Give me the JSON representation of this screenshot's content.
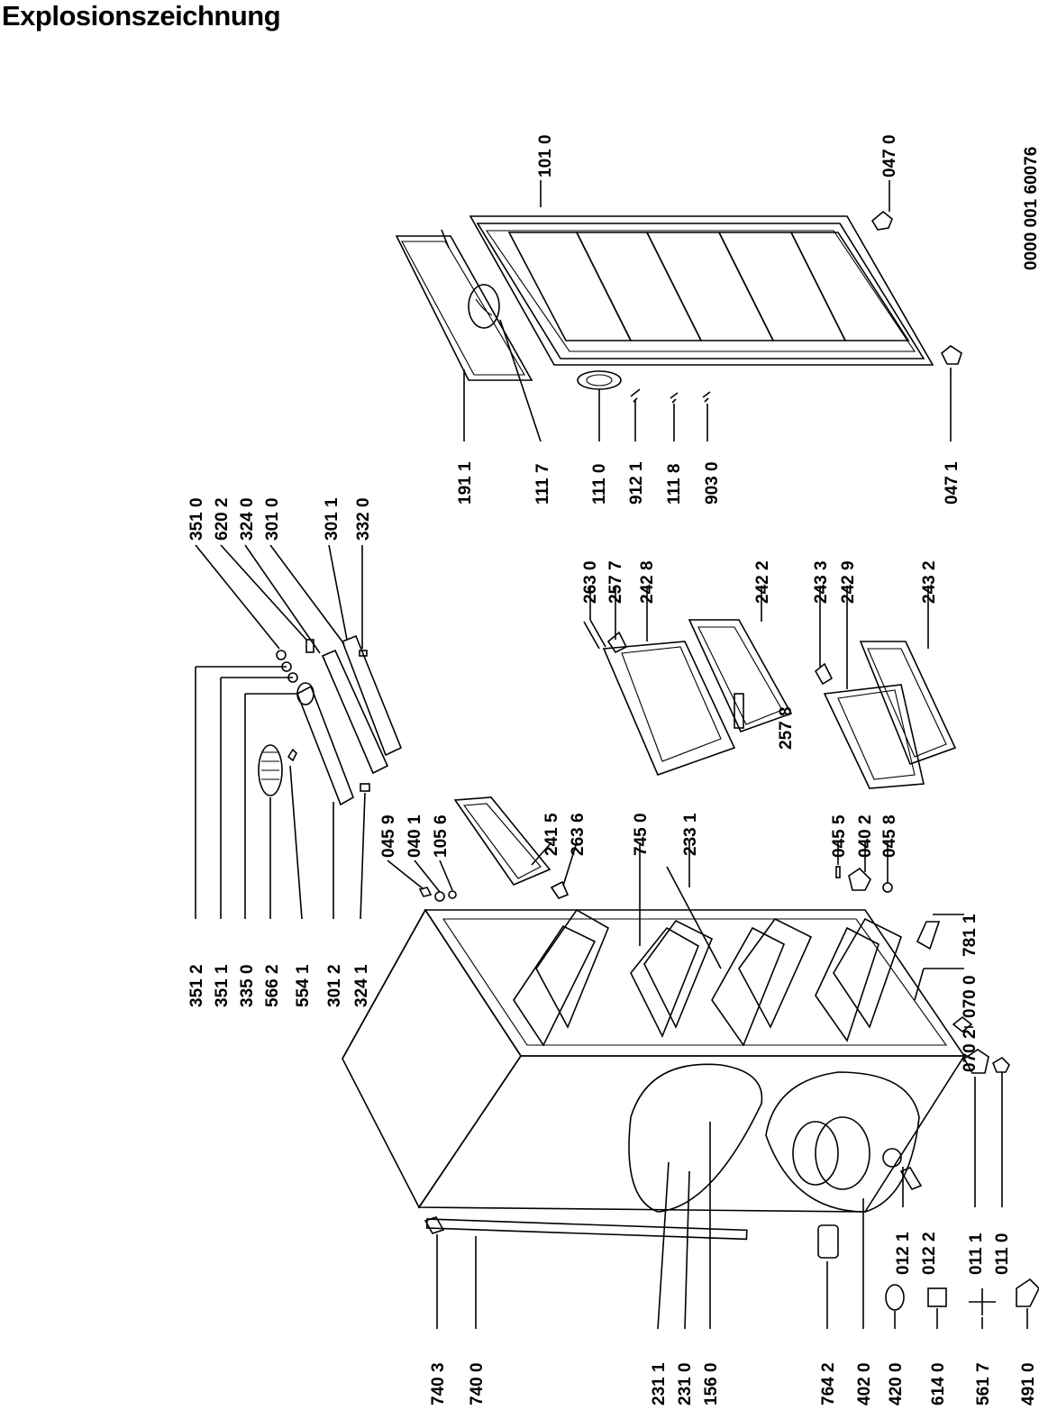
{
  "title": "Explosionszeichnung",
  "doc_number": "0000 001 60076",
  "labels": {
    "r_101_0": "101 0",
    "r_047_0": "047 0",
    "r_191_1": "191 1",
    "r_111_7": "111 7",
    "r_111_0": "111 0",
    "r_912_1": "912 1",
    "r_111_8": "111 8",
    "r_903_0": "903 0",
    "r_047_1": "047 1",
    "t_351_0": "351 0",
    "t_620_2": "620 2",
    "t_324_0": "324 0",
    "t_301_0": "301 0",
    "t_301_1": "301 1",
    "t_332_0": "332 0",
    "t_263_0": "263 0",
    "t_257_7": "257 7",
    "t_242_8": "242 8",
    "t_242_2": "242 2",
    "t_243_3": "243 3",
    "t_242_9": "242 9",
    "t_243_2": "243 2",
    "t_257_8": "257 8",
    "m_351_2": "351 2",
    "m_351_1": "351 1",
    "m_335_0": "335 0",
    "m_566_2": "566 2",
    "m_554_1": "554 1",
    "m_301_2": "301 2",
    "m_324_1": "324 1",
    "m_045_9": "045 9",
    "m_040_1": "040 1",
    "m_105_6": "105 6",
    "m_241_5": "241 5",
    "m_263_6": "263 6",
    "m_745_0": "745 0",
    "m_233_1": "233 1",
    "m_045_5": "045 5",
    "m_040_2": "040 2",
    "m_045_8": "045 8",
    "m_781_1": "781 1",
    "m_070_0": "070 0",
    "m_070_2": "070 2",
    "b_740_3": "740 3",
    "b_740_0": "740 0",
    "b_231_1": "231 1",
    "b_231_0": "231 0",
    "b_156_0": "156 0",
    "b_764_2": "764 2",
    "b_402_0": "402 0",
    "b_420_0": "420 0",
    "b_614_0": "614 0",
    "b_561_7": "561 7",
    "b_491_0": "491 0",
    "b_012_1": "012 1",
    "b_012_2": "012 2",
    "b_011_1": "011 1",
    "b_011_0": "011 0"
  }
}
